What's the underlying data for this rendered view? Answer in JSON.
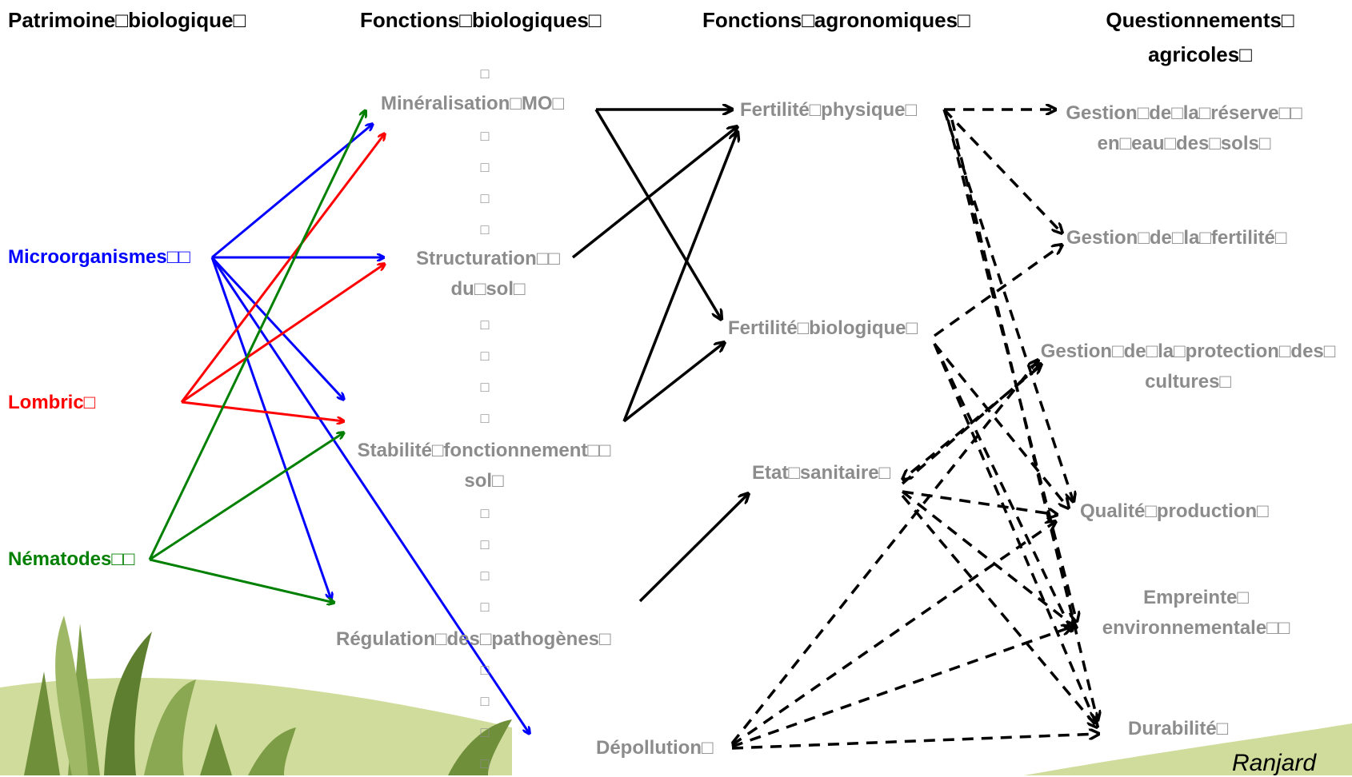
{
  "headers": {
    "patrimoine": "Patrimoine□biologique□",
    "fonctions_bio": "Fonctions□biologiques□",
    "fonctions_agro": "Fonctions□agronomiques□",
    "questionnements_l1": "Questionnements□",
    "questionnements_l2": "agricoles□"
  },
  "organisms": {
    "microorganismes": "Microorganismes□□",
    "lombric": "Lombric□",
    "nematodes": "Nématodes□□"
  },
  "bio_functions": {
    "mineralisation": "Minéralisation□MO□",
    "structuration_l1": "Structuration□□",
    "structuration_l2": "du□sol□",
    "stabilite_l1": "Stabilité□fonctionnement□□",
    "stabilite_l2": "sol□",
    "regulation": "Régulation□des□pathogènes□",
    "depollution": "Dépollution□"
  },
  "agro_functions": {
    "fertilite_physique": "Fertilité□physique□",
    "fertilite_biologique": "Fertilité□biologique□",
    "etat_sanitaire": "Etat□sanitaire□"
  },
  "questions": {
    "gestion_eau_l1": "Gestion□de□la□réserve□□",
    "gestion_eau_l2": "en□eau□des□sols□",
    "gestion_fertilite": "Gestion□de□la□fertilité□",
    "gestion_protection_l1": "Gestion□de□la□protection□des□",
    "gestion_protection_l2": "cultures□",
    "qualite_production": "Qualité□production□",
    "empreinte_l1": "Empreinte□",
    "empreinte_l2": "environnementale□□",
    "durabilite": "Durabilité□"
  },
  "placeholder_glyph": "□",
  "credit": "Ranjard",
  "colors": {
    "microorganismes": "#0000ff",
    "lombric": "#ff0000",
    "nematodes": "#008000",
    "node_text": "#8c8c8c",
    "arrow": "#000000",
    "grass_light": "#c8d68a",
    "grass_dark": "#6f8f3a"
  },
  "icons": [
    "solid-arrow-icon",
    "dashed-arrow-icon",
    "grass-decoration-icon"
  ]
}
